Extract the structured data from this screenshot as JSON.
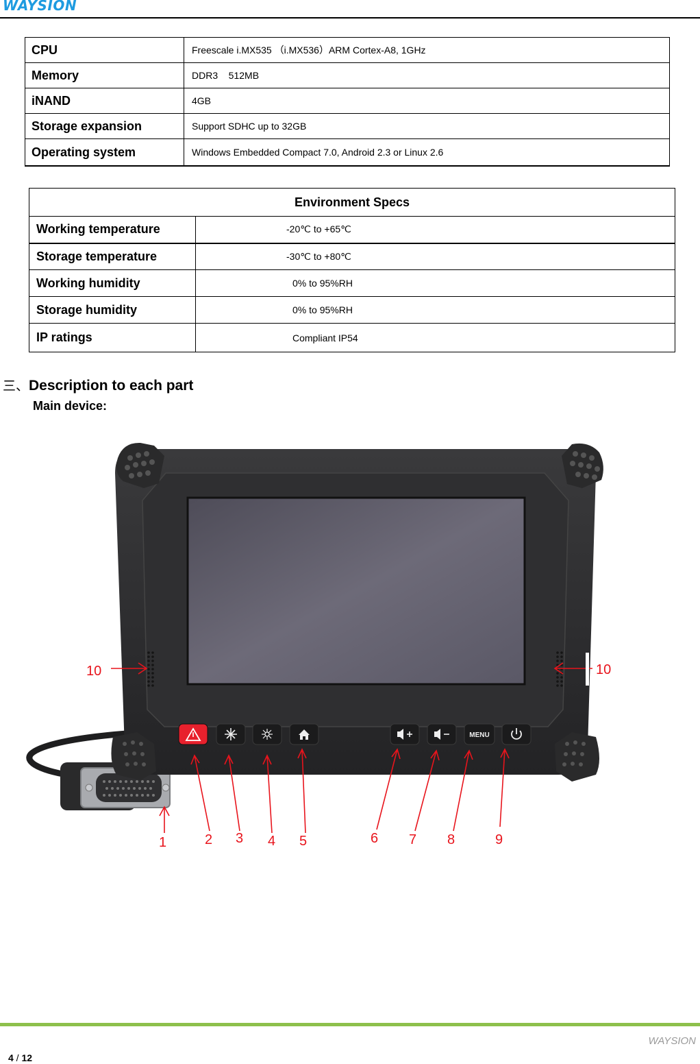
{
  "header": {
    "brand": "WAYSION"
  },
  "spec_table": [
    {
      "label": "CPU",
      "value": "Freescale i.MX535 （i.MX536）ARM Cortex-A8, 1GHz"
    },
    {
      "label": "Memory",
      "value": "DDR3    512MB"
    },
    {
      "label": "iNAND",
      "value": "4GB"
    },
    {
      "label": "Storage expansion",
      "value": "Support SDHC up to 32GB"
    },
    {
      "label": "Operating system",
      "value": "Windows Embedded Compact 7.0, Android 2.3 or Linux 2.6"
    }
  ],
  "env_table": {
    "title": "Environment Specs",
    "rows": [
      {
        "label": "Working temperature",
        "value": "-20℃ to +65℃"
      },
      {
        "label": "Storage temperature",
        "value": "-30℃ to +80℃"
      },
      {
        "label": "Working humidity",
        "value": "0% to 95%RH"
      },
      {
        "label": "Storage humidity",
        "value": "0% to 95%RH"
      },
      {
        "label": "IP ratings",
        "value": "Compliant IP54"
      }
    ]
  },
  "section": {
    "prefix": "三、",
    "title": "Description to each part",
    "subtitle": "Main device:"
  },
  "device": {
    "menu_label": "MENU",
    "callouts": [
      "1",
      "2",
      "3",
      "4",
      "5",
      "6",
      "7",
      "8",
      "9",
      "10",
      "10"
    ],
    "annotation_color": "#e8141c",
    "body_color": "#2b2b2d",
    "screen_color": "#6a6775",
    "alert_button_color": "#e8212d"
  },
  "footer": {
    "brand": "WAYSION",
    "page": "4",
    "sep": " / ",
    "total": "12"
  }
}
